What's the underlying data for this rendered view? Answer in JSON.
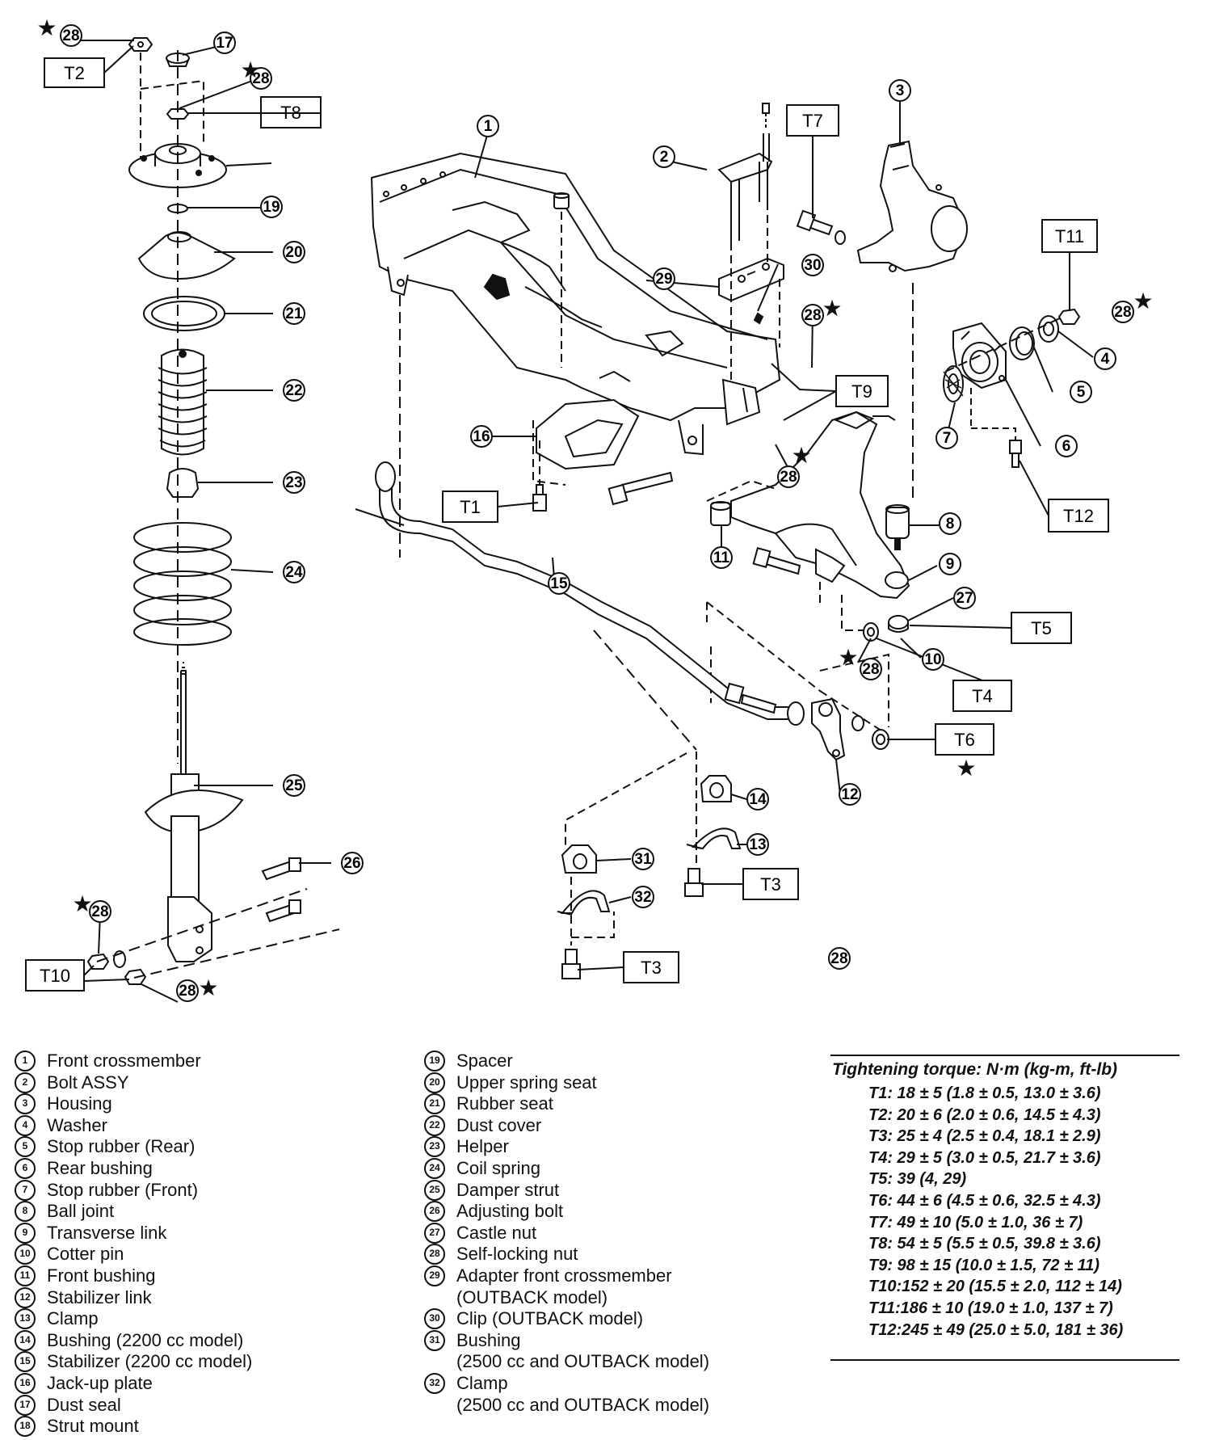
{
  "diagram": {
    "callouts": [
      "1",
      "2",
      "3",
      "4",
      "5",
      "6",
      "7",
      "8",
      "9",
      "10",
      "11",
      "12",
      "13",
      "14",
      "15",
      "16",
      "17",
      "28",
      "19",
      "20",
      "21",
      "22",
      "23",
      "24",
      "25",
      "26",
      "27",
      "28",
      "29",
      "30",
      "31",
      "32",
      "28",
      "28",
      "28",
      "28",
      "28",
      "28",
      "28"
    ],
    "torque_boxes": [
      "T1",
      "T2",
      "T3",
      "T3",
      "T4",
      "T5",
      "T6",
      "T7",
      "T8",
      "T9",
      "T10",
      "T11",
      "T12"
    ],
    "star_glyph": "★"
  },
  "legend": {
    "col1": [
      {
        "num": "1",
        "text": "Front crossmember"
      },
      {
        "num": "2",
        "text": "Bolt ASSY"
      },
      {
        "num": "3",
        "text": "Housing"
      },
      {
        "num": "4",
        "text": "Washer"
      },
      {
        "num": "5",
        "text": "Stop rubber (Rear)"
      },
      {
        "num": "6",
        "text": "Rear bushing"
      },
      {
        "num": "7",
        "text": "Stop rubber (Front)"
      },
      {
        "num": "8",
        "text": "Ball joint"
      },
      {
        "num": "9",
        "text": "Transverse link"
      },
      {
        "num": "10",
        "text": "Cotter pin"
      },
      {
        "num": "11",
        "text": "Front bushing"
      },
      {
        "num": "12",
        "text": "Stabilizer link"
      },
      {
        "num": "13",
        "text": "Clamp"
      },
      {
        "num": "14",
        "text": "Bushing (2200 cc model)"
      },
      {
        "num": "15",
        "text": "Stabilizer (2200 cc model)"
      },
      {
        "num": "16",
        "text": "Jack-up plate"
      },
      {
        "num": "17",
        "text": "Dust seal"
      },
      {
        "num": "18",
        "text": "Strut mount"
      }
    ],
    "col2": [
      {
        "num": "19",
        "text": "Spacer"
      },
      {
        "num": "20",
        "text": "Upper spring seat"
      },
      {
        "num": "21",
        "text": "Rubber seat"
      },
      {
        "num": "22",
        "text": "Dust cover"
      },
      {
        "num": "23",
        "text": "Helper"
      },
      {
        "num": "24",
        "text": "Coil spring"
      },
      {
        "num": "25",
        "text": "Damper strut"
      },
      {
        "num": "26",
        "text": "Adjusting bolt"
      },
      {
        "num": "27",
        "text": "Castle nut"
      },
      {
        "num": "28",
        "text": "Self-locking nut"
      },
      {
        "num": "29",
        "text": "Adapter front crossmember"
      },
      {
        "num": "",
        "text": "(OUTBACK model)"
      },
      {
        "num": "30",
        "text": "Clip (OUTBACK model)"
      },
      {
        "num": "31",
        "text": "Bushing"
      },
      {
        "num": "",
        "text": "(2500 cc and OUTBACK model)"
      },
      {
        "num": "32",
        "text": "Clamp"
      },
      {
        "num": "",
        "text": "(2500 cc and OUTBACK model)"
      }
    ]
  },
  "torque": {
    "title": "Tightening torque: N·m (kg-m, ft-lb)",
    "items": [
      "T1:  18 ± 5 (1.8 ± 0.5, 13.0 ± 3.6)",
      "T2:  20 ± 6 (2.0 ± 0.6, 14.5 ± 4.3)",
      "T3:  25 ± 4 (2.5 ± 0.4, 18.1 ± 2.9)",
      "T4:  29 ± 5 (3.0 ± 0.5, 21.7 ± 3.6)",
      "T5:  39 (4, 29)",
      "T6:  44 ± 6 (4.5 ± 0.6, 32.5 ± 4.3)",
      "T7:  49 ± 10 (5.0 ± 1.0, 36 ± 7)",
      "T8:  54 ± 5 (5.5 ± 0.5, 39.8 ± 3.6)",
      "T9:  98 ± 15 (10.0 ± 1.5, 72 ± 11)",
      "T10:152 ± 20 (15.5 ± 2.0, 112 ± 14)",
      "T11:186 ± 10 (19.0 ± 1.0, 137 ± 7)",
      "T12:245 ± 49 (25.0 ± 5.0, 181 ± 36)"
    ]
  }
}
